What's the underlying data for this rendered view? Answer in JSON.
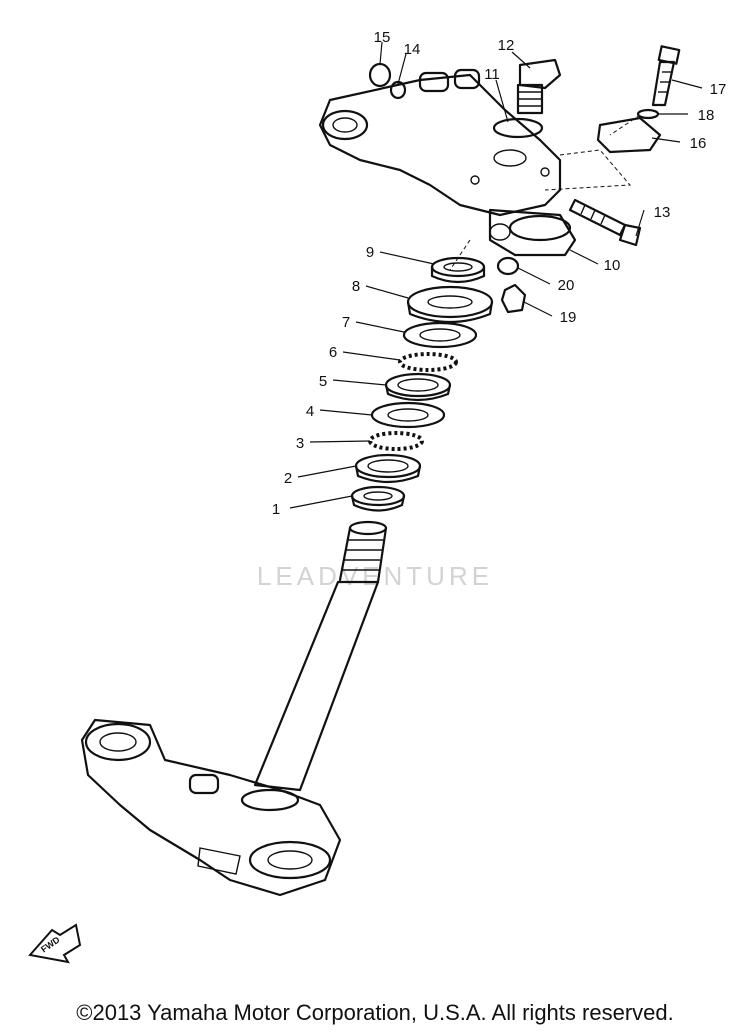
{
  "diagram": {
    "callouts": [
      {
        "id": "1",
        "label": "1"
      },
      {
        "id": "2",
        "label": "2"
      },
      {
        "id": "3",
        "label": "3"
      },
      {
        "id": "4",
        "label": "4"
      },
      {
        "id": "5",
        "label": "5"
      },
      {
        "id": "6",
        "label": "6"
      },
      {
        "id": "7",
        "label": "7"
      },
      {
        "id": "8",
        "label": "8"
      },
      {
        "id": "9",
        "label": "9"
      },
      {
        "id": "10",
        "label": "10"
      },
      {
        "id": "11",
        "label": "11"
      },
      {
        "id": "12",
        "label": "12"
      },
      {
        "id": "13",
        "label": "13"
      },
      {
        "id": "14",
        "label": "14"
      },
      {
        "id": "15",
        "label": "15"
      },
      {
        "id": "16",
        "label": "16"
      },
      {
        "id": "17",
        "label": "17"
      },
      {
        "id": "18",
        "label": "18"
      },
      {
        "id": "19",
        "label": "19"
      },
      {
        "id": "20",
        "label": "20"
      }
    ],
    "watermark": "LEADVENTURE",
    "fwd_label": "FWD"
  },
  "footer": {
    "copyright": "©2013 Yamaha Motor Corporation, U.S.A. All rights reserved."
  }
}
